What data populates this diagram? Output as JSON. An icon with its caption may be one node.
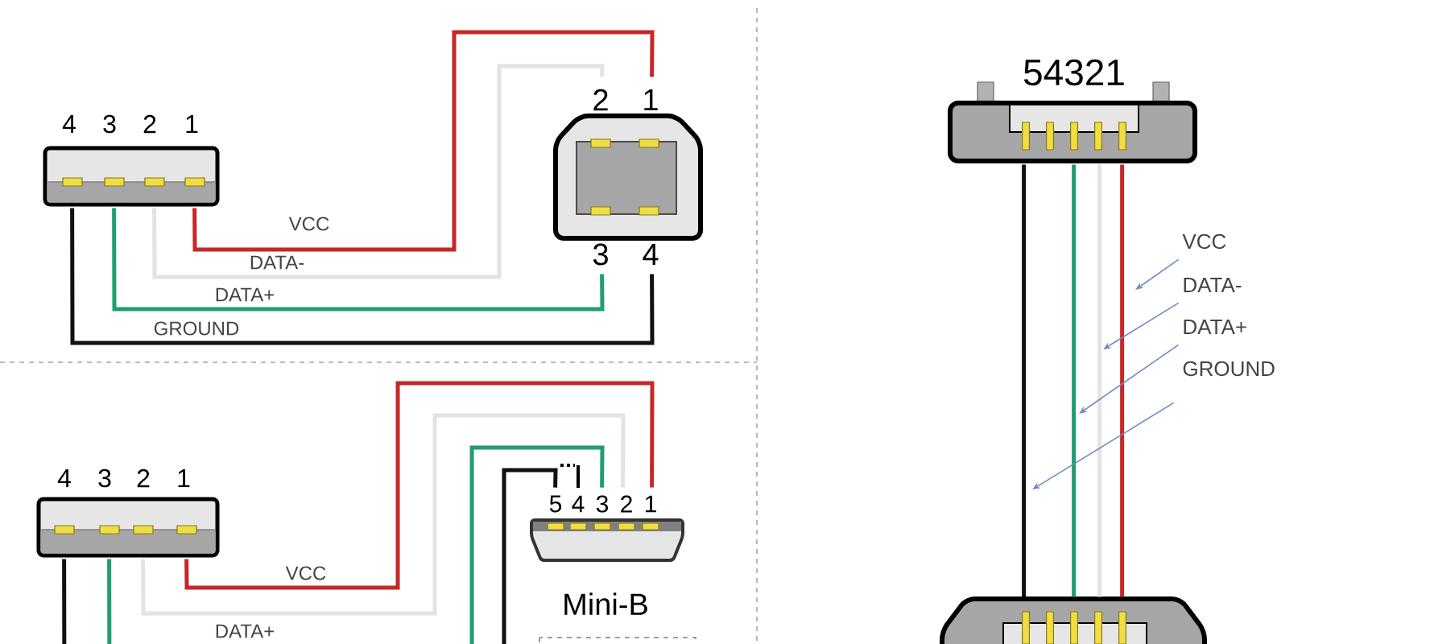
{
  "diagram": {
    "nodes": [
      {
        "text": [
          "4",
          "3",
          "2",
          "1"
        ]
      },
      {
        "text": [
          "2",
          "1",
          "3",
          "4"
        ]
      },
      {
        "text": [
          "4",
          "3",
          "2",
          "1"
        ]
      },
      {
        "text": [
          "5",
          "4",
          "3",
          "2",
          "1",
          "Mini-B"
        ]
      },
      {
        "text": [],
        "shape": "box"
      },
      {
        "text": [
          "54321"
        ]
      },
      {
        "text": [],
        "shape": "box"
      },
      {
        "text": [
          "VCC"
        ]
      },
      {
        "text": [
          "DATA-"
        ]
      },
      {
        "text": [
          "DATA+"
        ]
      },
      {
        "text": [
          "GROUND"
        ]
      }
    ],
    "edges": [
      {
        "from": 0,
        "to": 1,
        "arrow": "none",
        "label": "VCC",
        "color": "#c62828"
      },
      {
        "from": 0,
        "to": 1,
        "arrow": "none",
        "label": "DATA-",
        "color": "#e3e3e3"
      },
      {
        "from": 0,
        "to": 1,
        "arrow": "none",
        "label": "DATA+",
        "color": "#1f9e6e"
      },
      {
        "from": 0,
        "to": 1,
        "arrow": "none",
        "label": "GROUND",
        "color": "#111111"
      },
      {
        "from": 2,
        "to": 3,
        "arrow": "none",
        "label": "VCC",
        "color": "#c62828"
      },
      {
        "from": 2,
        "to": 3,
        "arrow": "none",
        "label": "DATA+",
        "color": "#e3e3e3"
      },
      {
        "from": 2,
        "to": 3,
        "arrow": "none",
        "color": "#1f9e6e"
      },
      {
        "from": 2,
        "to": 3,
        "arrow": "none",
        "color": "#111111"
      },
      {
        "from": 5,
        "to": 6,
        "arrow": "none",
        "color": "#111111"
      },
      {
        "from": 5,
        "to": 6,
        "arrow": "none",
        "color": "#1f9e6e"
      },
      {
        "from": 5,
        "to": 6,
        "arrow": "none",
        "color": "#e3e3e3"
      },
      {
        "from": 5,
        "to": 6,
        "arrow": "none",
        "color": "#c62828"
      },
      {
        "from": 7,
        "to": null,
        "arrow": "to",
        "color": "#6f8cc0"
      },
      {
        "from": 8,
        "to": null,
        "arrow": "to",
        "color": "#6f8cc0"
      },
      {
        "from": 9,
        "to": null,
        "arrow": "to",
        "color": "#6f8cc0"
      },
      {
        "from": 10,
        "to": null,
        "arrow": "to",
        "color": "#6f8cc0"
      }
    ]
  }
}
